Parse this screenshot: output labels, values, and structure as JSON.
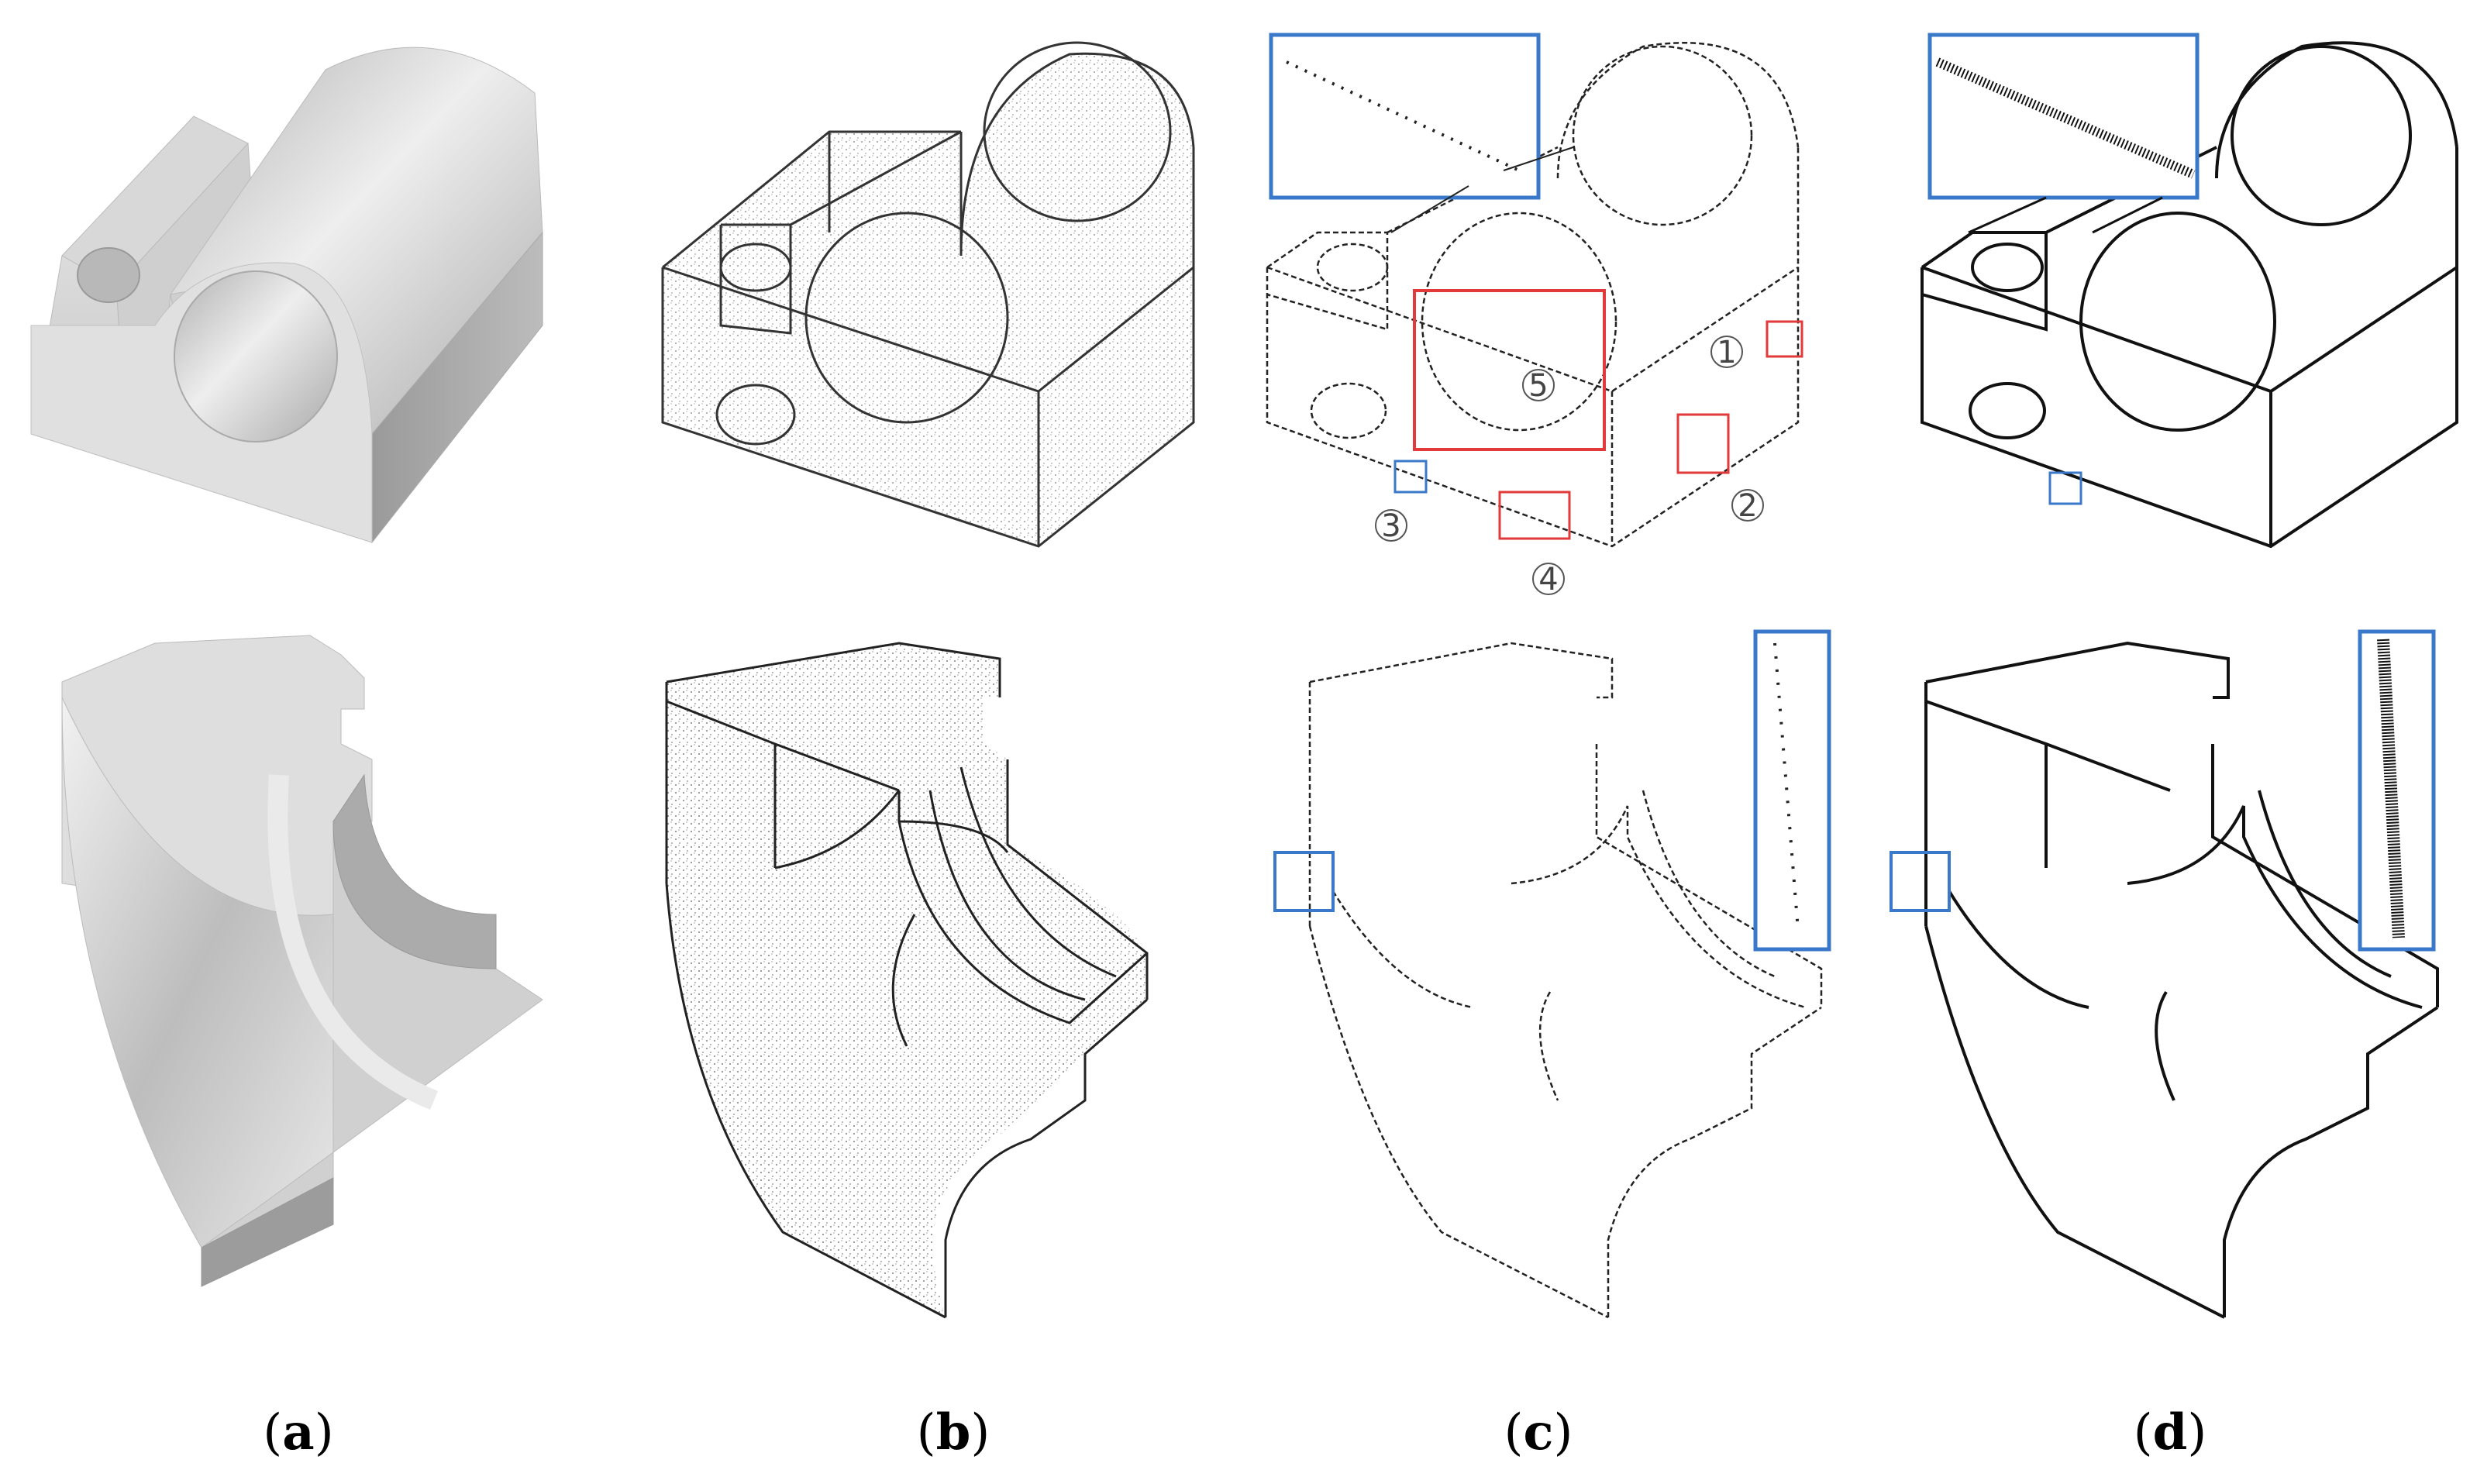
{
  "panels": [
    {
      "id": "a",
      "letter": "a"
    },
    {
      "id": "b",
      "letter": "b"
    },
    {
      "id": "c",
      "letter": "c"
    },
    {
      "id": "d",
      "letter": "d"
    }
  ],
  "callouts": [
    "1",
    "2",
    "3",
    "4",
    "5"
  ],
  "colors": {
    "zoom_box": "#3a78c9",
    "highlight_box": "#e23a3a",
    "shading_light": "#e6e6e6",
    "shading_mid": "#c4c4c4",
    "shading_dark": "#8f8f8f",
    "ink": "#111111"
  }
}
